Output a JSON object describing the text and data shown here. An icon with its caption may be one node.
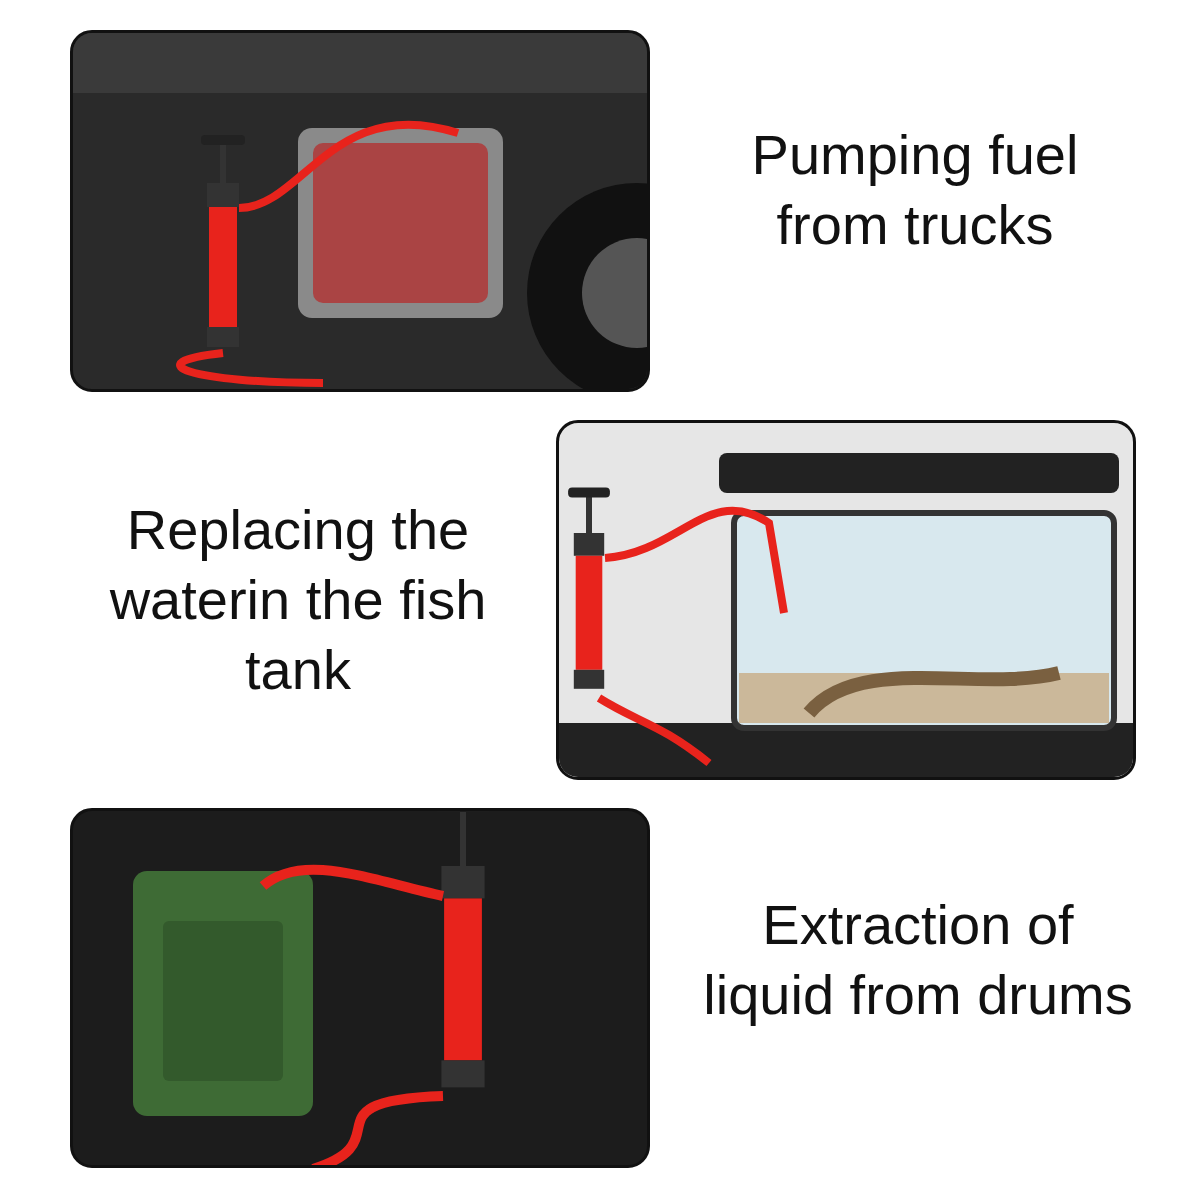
{
  "diagram": {
    "labels": [
      "Pumping fuel from trucks",
      "Replacing the waterin the fish tank",
      "Extraction of liquid from drums"
    ]
  }
}
